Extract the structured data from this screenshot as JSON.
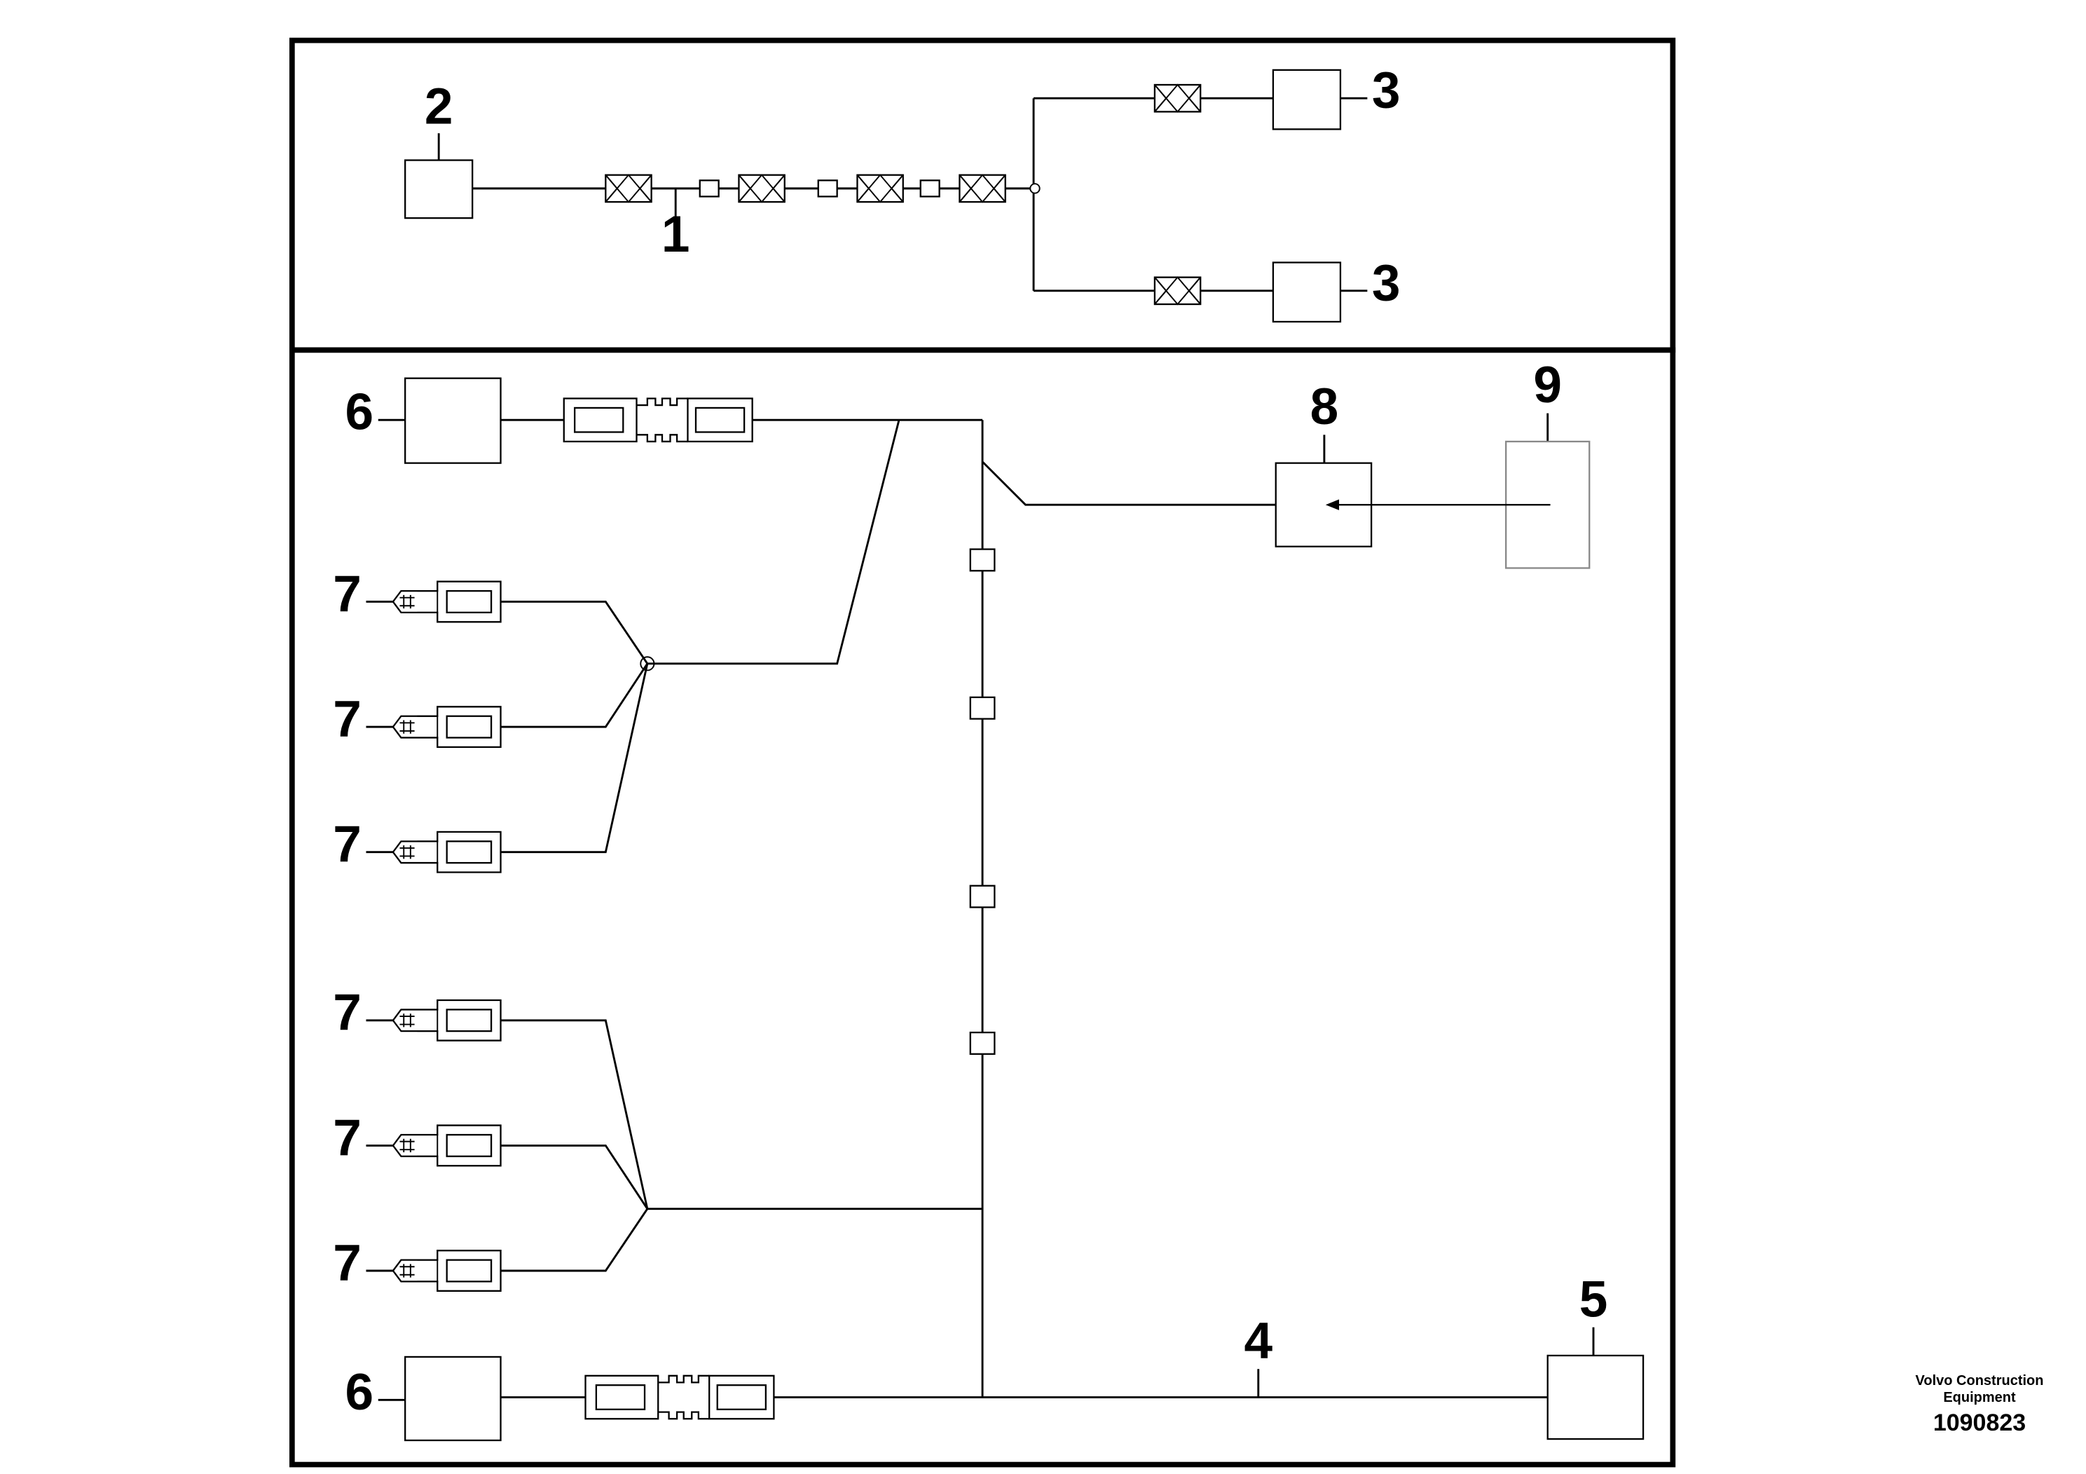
{
  "callouts": {
    "c1": "1",
    "c2": "2",
    "c3a": "3",
    "c3b": "3",
    "c4": "4",
    "c5": "5",
    "c6a": "6",
    "c6b": "6",
    "c7a": "7",
    "c7b": "7",
    "c7c": "7",
    "c7d": "7",
    "c7e": "7",
    "c7f": "7",
    "c8": "8",
    "c9": "9"
  },
  "footer": {
    "company": "Volvo Construction Equipment",
    "figure_number": "1090823"
  }
}
